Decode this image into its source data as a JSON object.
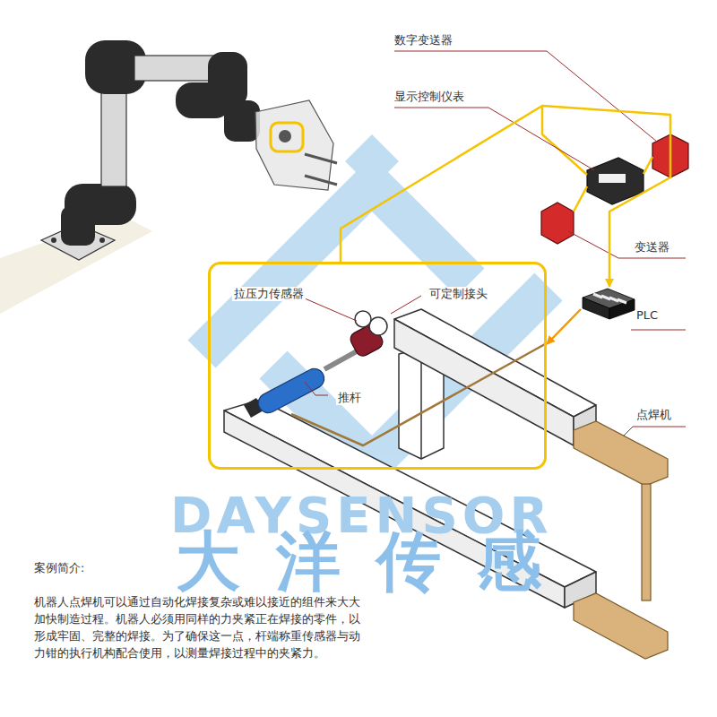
{
  "diagram": {
    "nodes": [
      {
        "text": [
          "拉压力传感器",
          "可定制接头",
          "推杆"
        ]
      },
      {
        "text": [
          "PLC"
        ]
      }
    ],
    "edges": [
      {
        "from": 0,
        "to": 1,
        "arrow": "to"
      },
      {
        "from": 1,
        "to": 0,
        "arrow": "to"
      }
    ],
    "labels": [
      "数字变送器",
      "显示控制仪表",
      "变送器",
      "点焊机",
      "DAYSENSOR",
      "大洋传感",
      "案例简介:",
      "机器人点焊机可以通过自动化焊接复杂或难以接近的组件来大大加快制造过程。机器人必须用同样的力夹紧正在焊接的零件，以形成牢固、完整的焊接。为了确保这一点，杆端称重传感器与动力钳的执行机构配合使用，以测量焊接过程中的夹紧力。"
    ]
  }
}
